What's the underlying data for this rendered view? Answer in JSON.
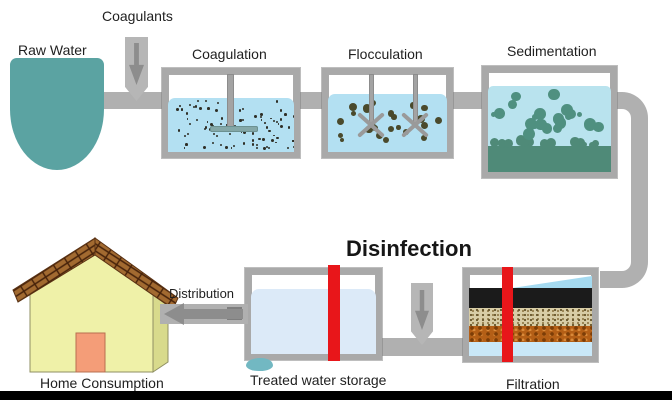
{
  "labels": {
    "raw_water": "Raw Water",
    "coagulants": "Coagulants",
    "coagulation": "Coagulation",
    "flocculation": "Flocculation",
    "sedimentation": "Sedimentation",
    "disinfection": "Disinfection",
    "filtration": "Filtration",
    "treated_water_storage": "Treated water storage",
    "distribution": "Distribution",
    "home_consumption": "Home Consumption"
  },
  "colors": {
    "raw_water_teal": "#5ba3a2",
    "pipe_gray": "#b0b0b0",
    "arrow_dark_gray": "#8d8d8d",
    "tank_frame_gray": "#a9a9a9",
    "tank_water_blue": "#b3e0f2",
    "treated_water_blue": "#dceaf8",
    "sediment_teal": "#4f8a78",
    "dosing_red": "#e8161a",
    "carbon_black": "#1b1b1b",
    "sand_tan": "#d8cda6",
    "gravel_brown": "#b45f16",
    "house_yellow": "#eff1a8",
    "roof_brown": "#a26a30",
    "door_salmon": "#f49d78"
  },
  "decorations": {
    "particle_fields": [
      {
        "target": "coagulation-particles",
        "count": 95,
        "dmin": 1.5,
        "dmax": 3,
        "color": "#2e2e26",
        "seed": 7
      },
      {
        "target": "flocculation-particles",
        "count": 24,
        "dmin": 4,
        "dmax": 9,
        "color": "#4a4a2c",
        "seed": 11
      },
      {
        "target": "sedimentation-particles",
        "count": 21,
        "dmin": 5,
        "dmax": 13,
        "color": "#4f9080",
        "seed": 3
      },
      {
        "target": "sediment-bumps",
        "count": 15,
        "dmin": 5,
        "dmax": 11,
        "color": "#4f8a78",
        "seed": 5,
        "bumps": true
      }
    ]
  }
}
